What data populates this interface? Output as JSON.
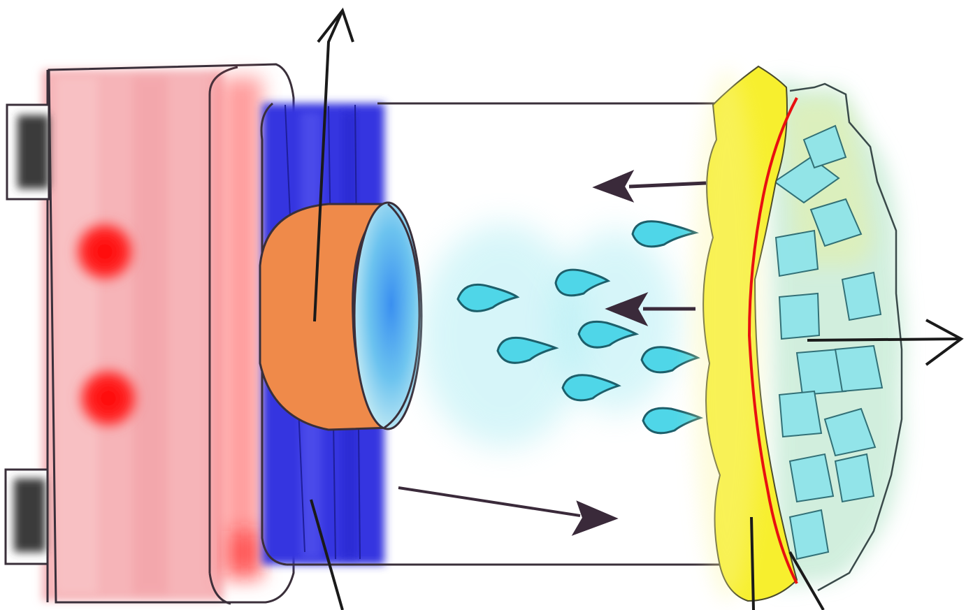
{
  "diagram": {
    "labels": [],
    "colors": {
      "heater_body": "#f4a7ab",
      "heater_glow": "#ff2a2a",
      "cooling_plate": "#3a3ae6",
      "lens_outer": "#ef8a4a",
      "lens_inner": "#4aa8ee",
      "droplet": "#4fd6e8",
      "coating": "#f7ef2e",
      "ice_region": "#bde8dc",
      "interface_line": "#e81010",
      "arrow": "#3a2a3a",
      "outline": "#3a2f3a"
    },
    "arrows": [
      {
        "name": "vertical-up-arrow",
        "direction": "up"
      },
      {
        "name": "upper-left-arrow",
        "direction": "left"
      },
      {
        "name": "middle-left-arrow",
        "direction": "left"
      },
      {
        "name": "lower-right-arrow",
        "direction": "right"
      },
      {
        "name": "ice-right-arrow",
        "direction": "right"
      }
    ],
    "droplet_count": 8
  }
}
